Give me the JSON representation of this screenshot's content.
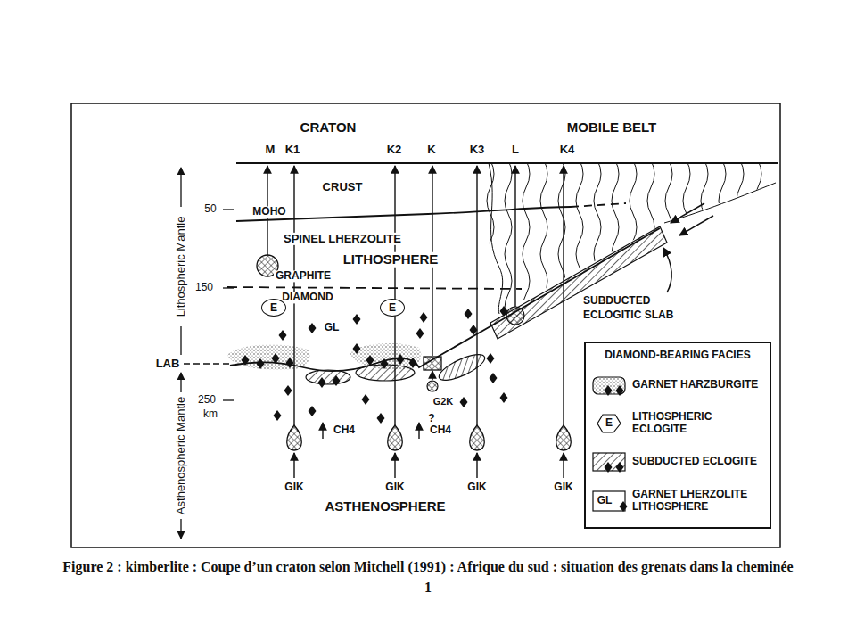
{
  "diagram": {
    "caption": "Figure 2 : kimberlite : Coupe d’un craton selon Mitchell (1991) : Afrique du sud : situation des grenats dans la cheminée 1",
    "nodes": [
      {
        "text": [
          "E"
        ]
      },
      {
        "text": [
          "E"
        ]
      },
      {
        "text": [
          "DIAMOND-BEARING FACIES"
        ]
      }
    ],
    "labels": [
      "CRATON",
      "MOBILE BELT",
      "M",
      "K1",
      "K2",
      "K",
      "K3",
      "L",
      "K4",
      "CRUST",
      "50",
      "MOHO",
      "SPINEL LHERZOLITE",
      "LITHOSPHERE",
      "150",
      "GRAPHITE",
      "DIAMOND",
      "GL",
      "LAB",
      "250",
      "km",
      "Lithospheric Mantle",
      "Asthenospheric Mantle",
      "G2K",
      "?",
      "CH4",
      "CH4",
      "GIK",
      "GIK",
      "GIK",
      "GIK",
      "ASTHENOSPHERE",
      "SUBDUCTED ECLOGITIC SLAB",
      "E",
      "GL"
    ],
    "legend": [
      {
        "text": "GARNET HARZBURGITE"
      },
      {
        "text": "LITHOSPHERIC ECLOGITE"
      },
      {
        "text": "SUBDUCTED ECLOGITE"
      },
      {
        "text": "GARNET LHERZOLITE LITHOSPHERE"
      }
    ]
  }
}
